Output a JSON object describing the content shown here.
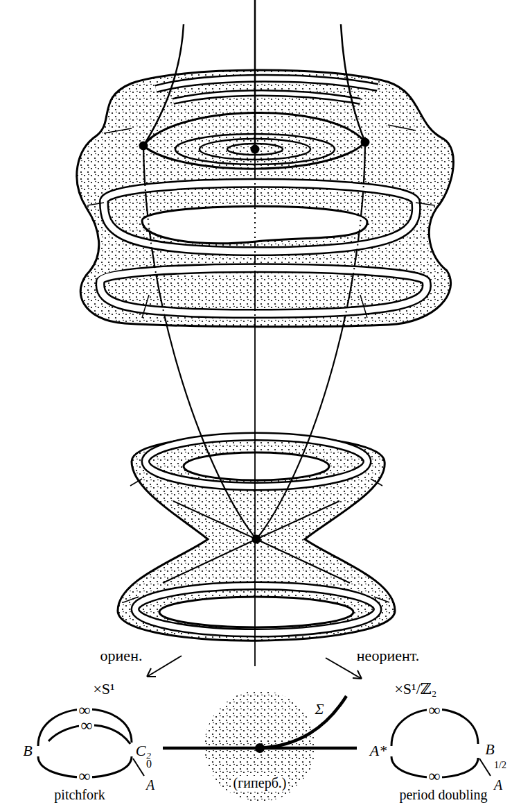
{
  "diagram": {
    "labels": [
      "ориен.",
      "неориент.",
      "×S¹",
      "×S¹/ℤ₂",
      "∞",
      "∞",
      "B",
      "C₂",
      "0",
      "∞",
      "A",
      "pitchfork",
      "Σ",
      "(гиперб.)",
      "∞",
      "A*",
      "B",
      "1/2",
      "∞",
      "A",
      "period doubling"
    ]
  }
}
